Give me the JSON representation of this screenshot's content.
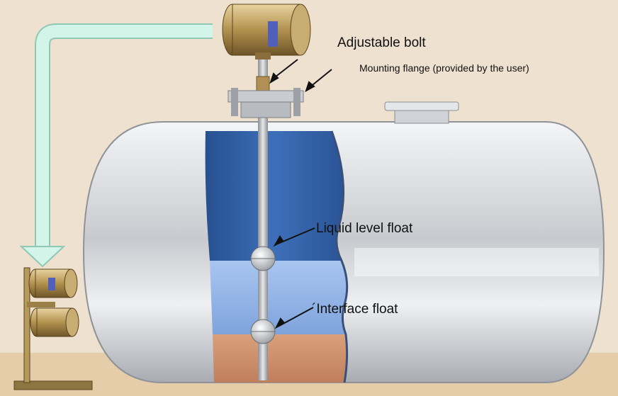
{
  "labels": {
    "adjustable_bolt": "Adjustable bolt",
    "mounting_flange": "Mounting flange (provided by the user)",
    "liquid_level_float": "Liquid level float",
    "interface_float": "´Interface float"
  },
  "icons": {
    "transmitter": "transmitter-head-icon",
    "return_arrow": "curved-arrow-icon"
  },
  "colors": {
    "background": "#efe1cf",
    "floor": "#e7cfad",
    "tank_body": "#d6d8dc",
    "upper_liquid": "#2f5fa8",
    "middle_liquid": "#8fb2e6",
    "lower_liquid": "#c98f6b",
    "arrow": "#cdf1e4",
    "brass": "#b89a62",
    "float": "#e4e4e4"
  }
}
